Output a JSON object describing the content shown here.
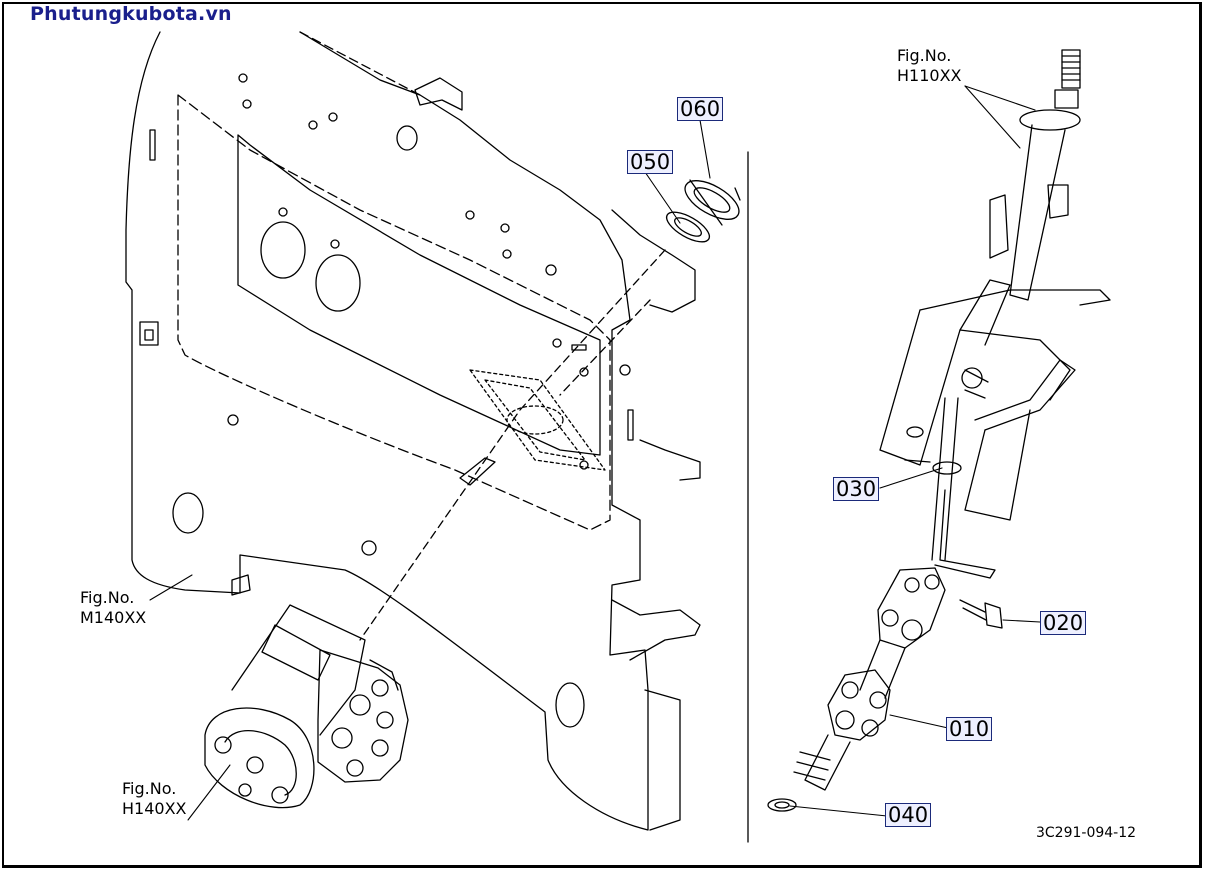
{
  "watermark": "Phutungkubota.vn",
  "figure_refs": {
    "h110": {
      "line1": "Fig.No.",
      "line2": "H110XX"
    },
    "m140": {
      "line1": "Fig.No.",
      "line2": "M140XX"
    },
    "h140": {
      "line1": "Fig.No.",
      "line2": "H140XX"
    }
  },
  "part_callouts": {
    "p060": "060",
    "p050": "050",
    "p030": "030",
    "p020": "020",
    "p010": "010",
    "p040": "040"
  },
  "drawing_code": "3C291-094-12"
}
